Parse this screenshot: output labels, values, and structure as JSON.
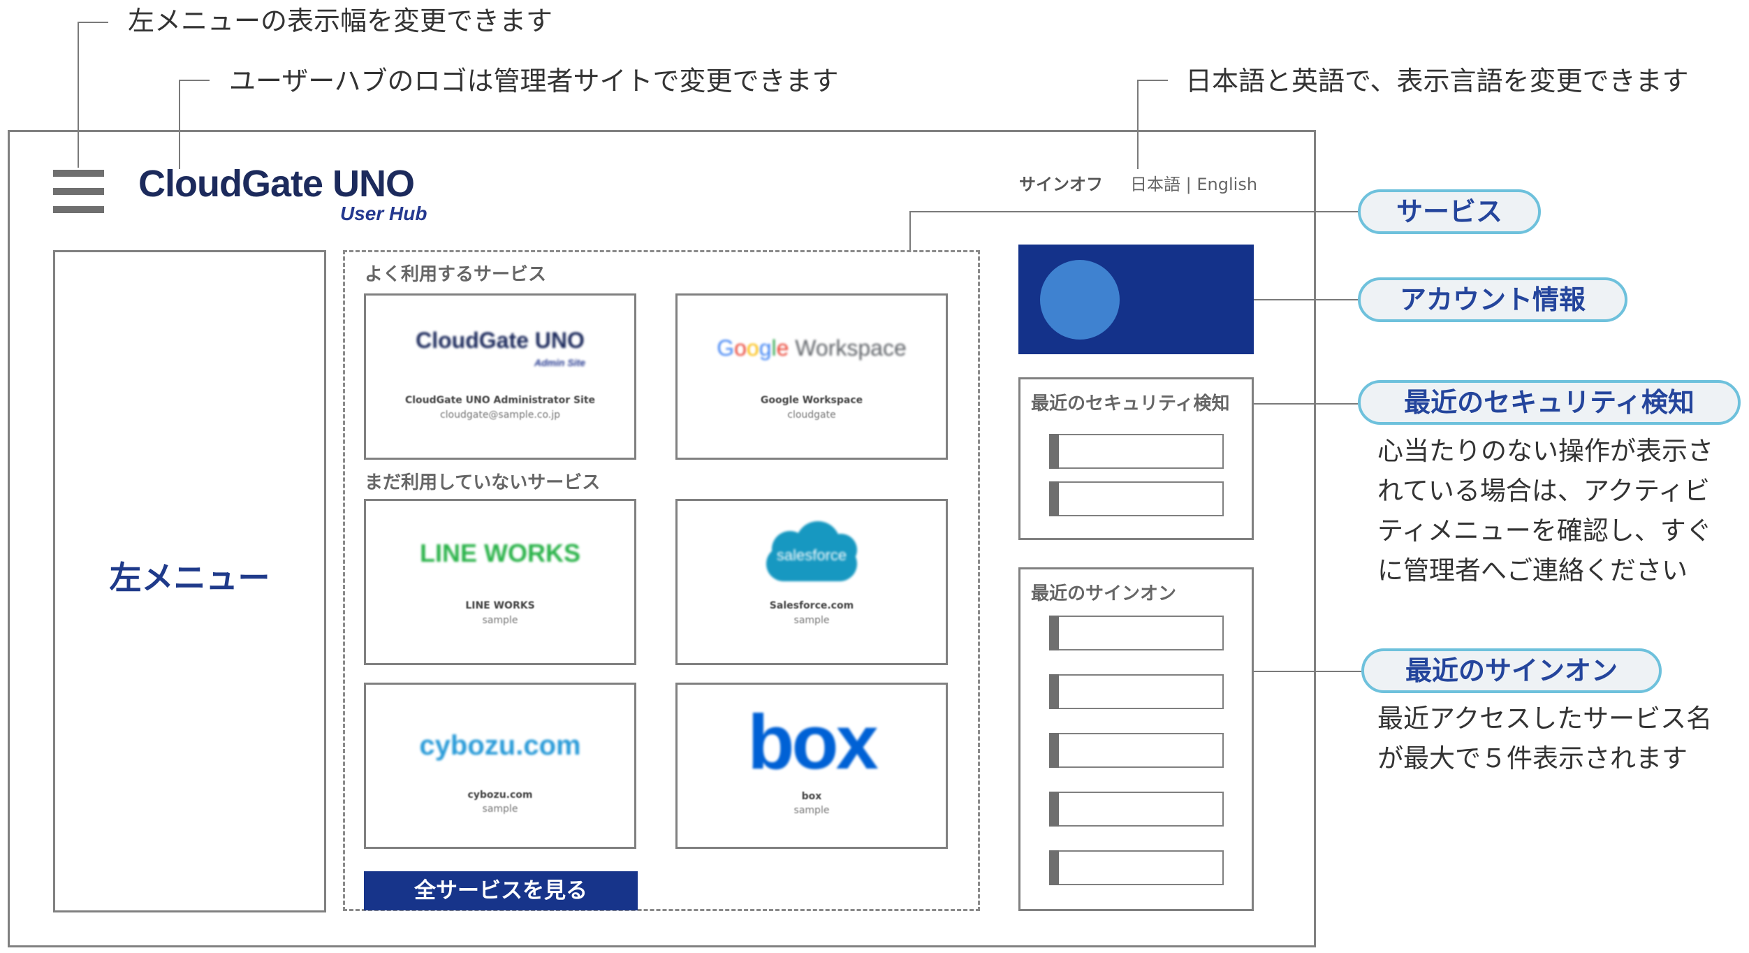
{
  "callouts": {
    "left_menu_width": "左メニューの表示幅を変更できます",
    "logo_change": "ユーザーハブのロゴは管理者サイトで変更できます",
    "language": "日本語と英語で、表示言語を変更できます"
  },
  "header": {
    "logo_title": "CloudGate UNO",
    "logo_subtitle": "User Hub",
    "signoff": "サインオフ",
    "lang_ja": "日本語",
    "lang_sep": "|",
    "lang_en": "English"
  },
  "left_menu": {
    "label": "左メニュー"
  },
  "services": {
    "frequent_label": "よく利用するサービス",
    "unused_label": "まだ利用していないサービス",
    "all_button": "全サービスを見る",
    "cards": [
      {
        "logo": "CloudGate UNO",
        "logo_sub": "Admin Site",
        "name": "CloudGate UNO Administrator Site",
        "sub": "cloudgate@sample.co.jp"
      },
      {
        "logo": "Google Workspace",
        "name": "Google Workspace",
        "sub": "cloudgate"
      },
      {
        "logo": "LINE WORKS",
        "name": "LINE WORKS",
        "sub": "sample"
      },
      {
        "logo": "salesforce",
        "name": "Salesforce.com",
        "sub": "sample"
      },
      {
        "logo": "cybozu.com",
        "name": "cybozu.com",
        "sub": "sample"
      },
      {
        "logo": "box",
        "name": "box",
        "sub": "sample"
      }
    ]
  },
  "panels": {
    "security_title": "最近のセキュリティ検知",
    "signon_title": "最近のサインオン"
  },
  "labels": {
    "service": "サービス",
    "account": "アカウント情報",
    "security": "最近のセキュリティ検知",
    "signon": "最近のサインオン"
  },
  "notes": {
    "security": [
      "心当たりのない操作が表示さ",
      "れている場合は、アクティビ",
      "ティメニューを確認し、すぐ",
      "に管理者へご連絡ください"
    ],
    "signon": [
      "最近アクセスしたサービス名",
      "が最大で５件表示されます"
    ]
  },
  "colors": {
    "navy": "#17348a",
    "avatar": "#3f82d0",
    "pill_border": "#6ec1dc",
    "pill_text": "#24459c",
    "google_blue": "#4285f4",
    "google_red": "#ea4335",
    "google_yellow": "#fbbc05",
    "google_green": "#34a853",
    "line_works": "#2bb34a",
    "salesforce": "#1798c1",
    "cybozu": "#2a9bd8",
    "box": "#0061d5"
  }
}
